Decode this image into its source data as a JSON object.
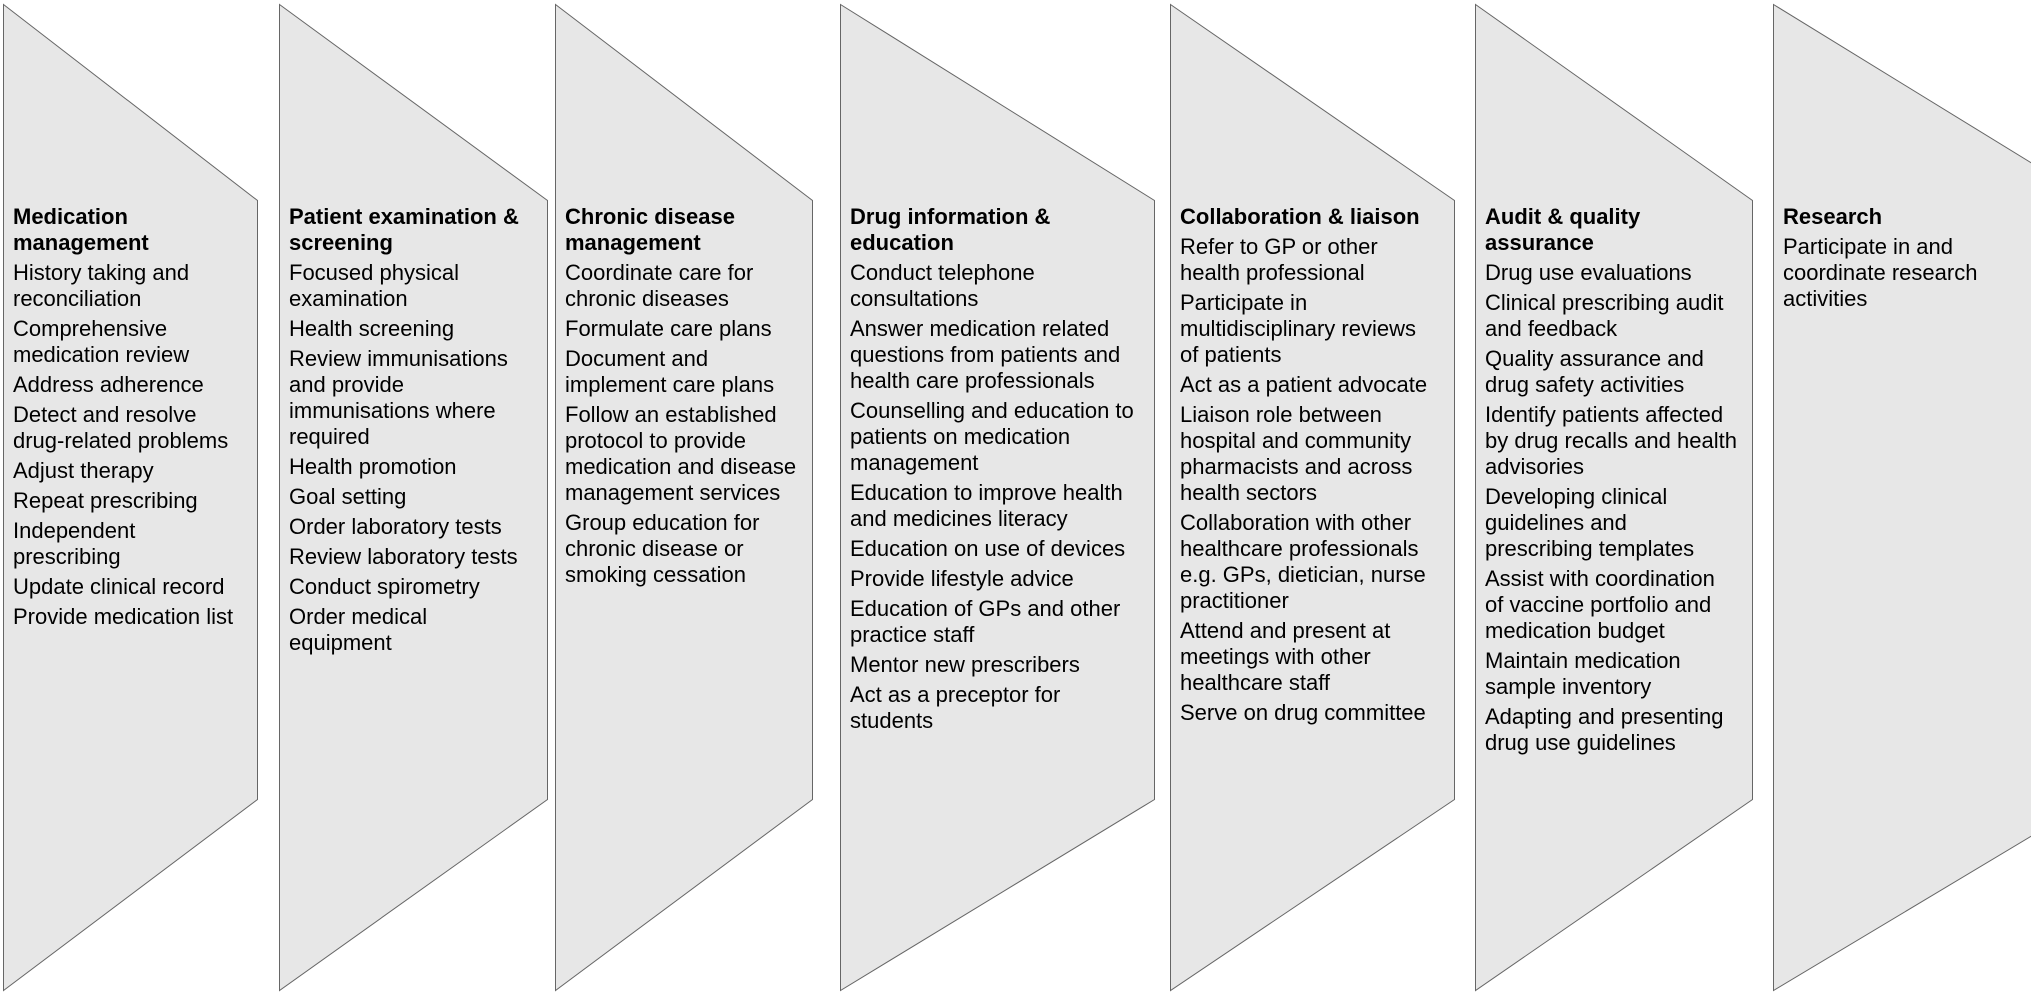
{
  "diagram": {
    "description": "Seven overlapping forward-arrow panels listing pharmacist activity domains",
    "colors": {
      "shape_fill": "#e7e7e7",
      "shape_border": "#666666",
      "text": "#000000",
      "background": "#ffffff"
    },
    "pillars": [
      {
        "title": "Medication management",
        "items": [
          "History taking and reconciliation",
          "Comprehensive medication review",
          "Address adherence",
          "Detect and resolve drug-related problems",
          "Adjust therapy",
          "Repeat prescribing",
          "Independent prescribing",
          "Update clinical record",
          "Provide medication list"
        ]
      },
      {
        "title": "Patient examination & screening",
        "items": [
          "Focused physical examination",
          "Health screening",
          "Review immunisations and provide immunisations where required",
          "Health promotion",
          "Goal setting",
          "Order laboratory tests",
          "Review laboratory tests",
          "Conduct spirometry",
          "Order medical equipment"
        ]
      },
      {
        "title": "Chronic disease management",
        "items": [
          "Coordinate care for chronic diseases",
          "Formulate care plans",
          "Document and implement care plans",
          "Follow an established protocol to provide medication and disease management services",
          "Group education for chronic disease or smoking cessation"
        ]
      },
      {
        "title": "Drug information & education",
        "items": [
          "Conduct telephone consultations",
          "Answer medication related questions from patients and health care professionals",
          "Counselling and education to patients on medication management",
          "Education to improve health and medicines literacy",
          "Education on use of devices",
          "Provide lifestyle advice",
          "Education of GPs and other practice staff",
          "Mentor new prescribers",
          "Act as a preceptor for students"
        ]
      },
      {
        "title": "Collaboration & liaison",
        "items": [
          "Refer to GP or other health professional",
          "Participate in multidisciplinary reviews of patients",
          "Act as a patient advocate",
          "Liaison role between hospital and community pharmacists and across health sectors",
          "Collaboration with other healthcare professionals e.g. GPs, dietician, nurse practitioner",
          "Attend and present at meetings with other healthcare staff",
          "Serve on drug committee"
        ]
      },
      {
        "title": "Audit & quality assurance",
        "items": [
          "Drug use evaluations",
          "Clinical prescribing audit and feedback",
          "Quality assurance and drug safety activities",
          "Identify patients affected by drug recalls and health advisories",
          "Developing clinical guidelines and prescribing templates",
          "Assist with coordination of vaccine portfolio and medication budget",
          "Maintain medication sample inventory",
          "Adapting and presenting drug use guidelines"
        ]
      },
      {
        "title": "Research",
        "items": [
          "Participate in and coordinate research activities"
        ]
      }
    ]
  }
}
